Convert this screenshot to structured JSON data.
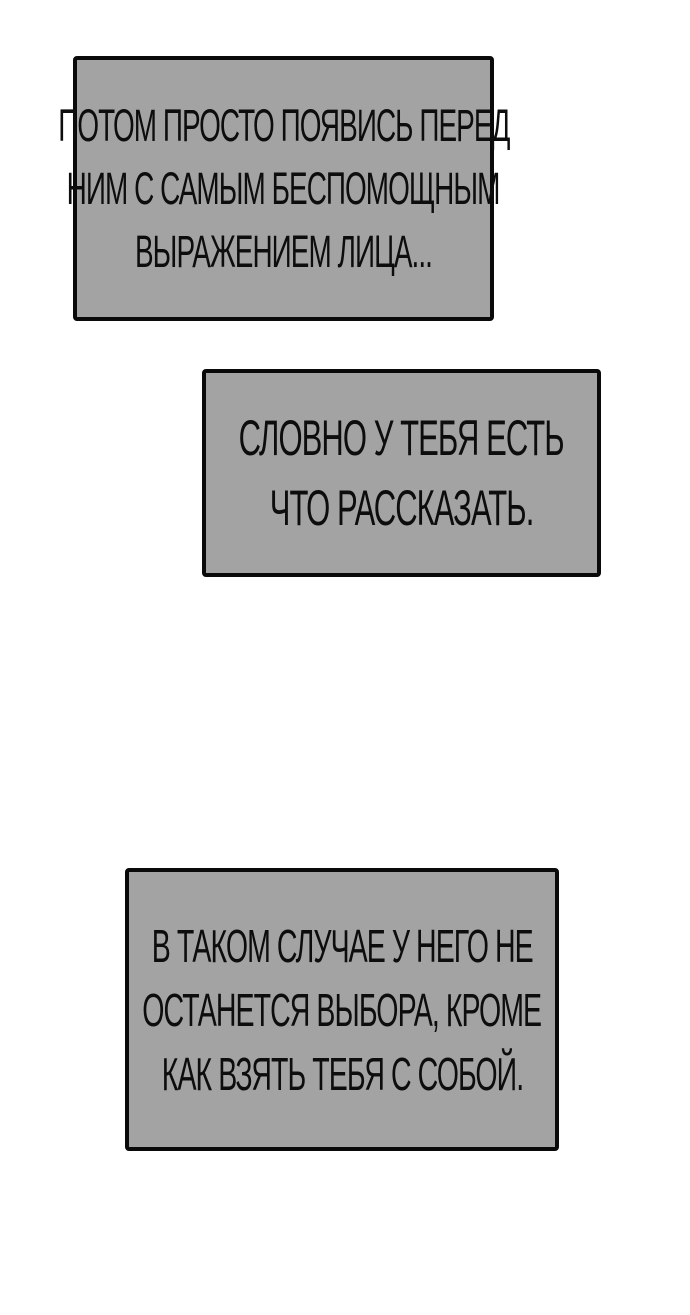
{
  "page": {
    "background": "#ffffff"
  },
  "style": {
    "box_fill": "#a3a3a3",
    "box_border": "#0a0a0a",
    "text_color": "#0d0d0d"
  },
  "captions": [
    {
      "lines": [
        "ПОТОМ ПРОСТО ПОЯВИСЬ ПЕРЕД",
        "НИМ С САМЫМ БЕСПОМОЩНЫМ",
        "ВЫРАЖЕНИЕМ ЛИЦА..."
      ]
    },
    {
      "lines": [
        "СЛОВНО У ТЕБЯ ЕСТЬ",
        "ЧТО РАССКАЗАТЬ."
      ]
    },
    {
      "lines": [
        "В ТАКОМ СЛУЧАЕ У НЕГО НЕ",
        "ОСТАНЕТСЯ ВЫБОРА, КРОМЕ",
        "КАК ВЗЯТЬ ТЕБЯ С СОБОЙ."
      ]
    }
  ]
}
